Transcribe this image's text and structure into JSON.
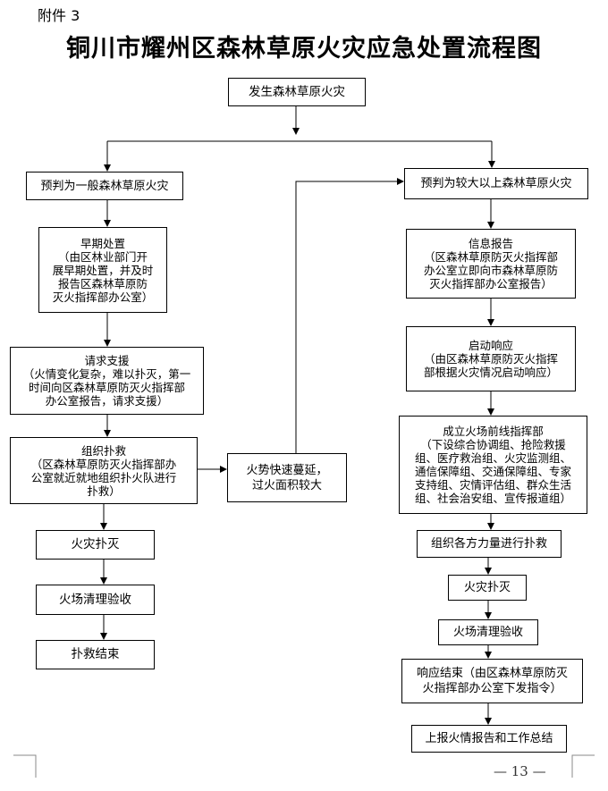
{
  "header": {
    "attachment": "附件 3",
    "title": "铜川市耀州区森林草原火灾应急处置流程图"
  },
  "nodes": {
    "start": [
      "发生森林草原火灾"
    ],
    "left_judge": [
      "预判为一般森林草原火灾"
    ],
    "early": [
      "早期处置",
      "（由区林业部门开",
      "展早期处置，并及时",
      "报告区森林草原防",
      "灭火指挥部办公室）"
    ],
    "request": [
      "请求支援",
      "（火情变化复杂，难以扑灭，第一",
      "时间向区森林草原防灭火指挥部",
      "办公室报告，请求支援）"
    ],
    "organize": [
      "组织扑救",
      "（区森林草原防灭火指挥部办",
      "公室就近就地组织扑火队进行",
      "扑救）"
    ],
    "spread": [
      "火势快速蔓延，",
      "过火面积较大"
    ],
    "left_out": [
      "火灾扑灭"
    ],
    "left_clean": [
      "火场清理验收"
    ],
    "left_end": [
      "扑救结束"
    ],
    "right_judge": [
      "预判为较大以上森林草原火灾"
    ],
    "info": [
      "信息报告",
      "（区森林草原防灭火指挥部",
      "办公室立即向市森林草原防",
      "灭火指挥部办公室报告）"
    ],
    "respond": [
      "启动响应",
      "（由区森林草原防灭火指挥",
      "部根据火灾情况启动响应）"
    ],
    "command": [
      "成立火场前线指挥部",
      "（下设综合协调组、抢险救援",
      "组、医疗救治组、火灾监测组、",
      "通信保障组、交通保障组、专家",
      "支持组、灾情评估组、群众生活",
      "组、社会治安组、宣传报道组）"
    ],
    "all_forces": [
      "组织各方力量进行扑救"
    ],
    "right_out": [
      "火灾扑灭"
    ],
    "right_clean": [
      "火场清理验收"
    ],
    "resp_end": [
      "响应结束（由区森林草原防灭",
      "火指挥部办公室下发指令）"
    ],
    "report": [
      "上报火情报告和工作总结"
    ]
  },
  "footer": {
    "page_number": "— 13 —"
  }
}
